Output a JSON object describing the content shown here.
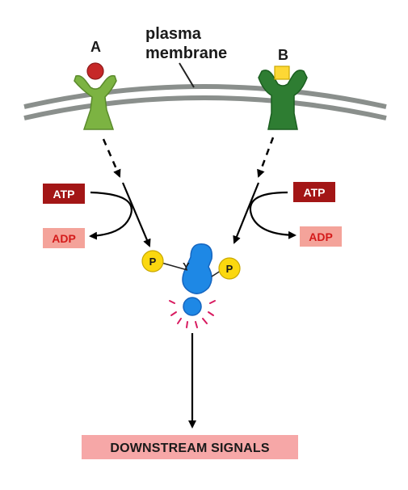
{
  "membrane_label": {
    "line1": "plasma",
    "line2": "membrane"
  },
  "receptor_a": {
    "label": "A",
    "color": "#7cb342",
    "ligand_color": "#c62828"
  },
  "receptor_b": {
    "label": "B",
    "color": "#2e7d32",
    "ligand_color": "#fdd835"
  },
  "atp_left": "ATP",
  "adp_left": "ADP",
  "atp_right": "ATP",
  "adp_right": "ADP",
  "phosphate_left": "P",
  "phosphate_right": "P",
  "protein_label": "Y",
  "protein_color": "#1e88e5",
  "output_label": "DOWNSTREAM SIGNALS",
  "colors": {
    "membrane": "#8a8f8c",
    "atp_box": "#a31616",
    "adp_box": "#f4a39a",
    "phosphate": "#fbd80f",
    "output_box": "#f6a7a7",
    "glow": "#d81b60"
  }
}
